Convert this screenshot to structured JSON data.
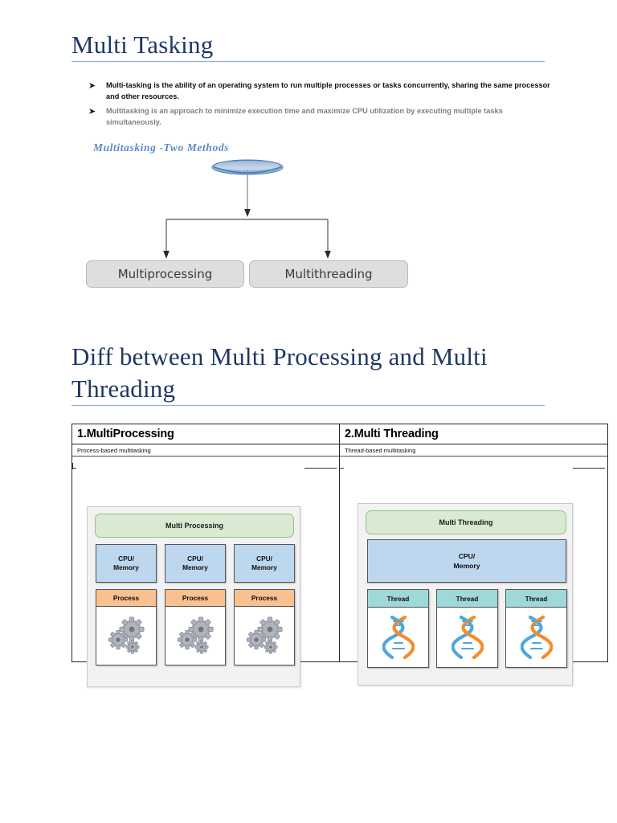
{
  "document": {
    "title_1": "Multi Tasking",
    "title_2": "Diff between Multi Processing and Multi Threading",
    "subheading": "Multitasking -Two Methods",
    "bullets": [
      {
        "marker": "➤",
        "text": "Multi-tasking is the ability of an operating system to run multiple processes or tasks concurrently, sharing the same processor and other resources.",
        "emphasis": "strong"
      },
      {
        "marker": "➤",
        "text": "Multitasking is an approach to minimize execution time and maximize CPU utilization by executing multiple tasks simultaneously.",
        "emphasis": "dim"
      }
    ]
  },
  "tree_diagram": {
    "root_shape": "blue-ellipse",
    "branches": [
      {
        "label": "Multiprocessing"
      },
      {
        "label": "Multithreading"
      }
    ]
  },
  "comparison_table": {
    "columns": [
      {
        "header": "1.MultiProcessing",
        "subtitle": "Process-based multitasking",
        "diagram": {
          "banner": "Multi Processing",
          "units": [
            {
              "cpu": "CPU/\nMemory",
              "cpu_line_1": "CPU/",
              "cpu_line_2": "Memory",
              "label": "Process",
              "icon": "gears-icon"
            },
            {
              "cpu": "CPU/\nMemory",
              "cpu_line_1": "CPU/",
              "cpu_line_2": "Memory",
              "label": "Process",
              "icon": "gears-icon"
            },
            {
              "cpu": "CPU/\nMemory",
              "cpu_line_1": "CPU/",
              "cpu_line_2": "Memory",
              "label": "Process",
              "icon": "gears-icon"
            }
          ]
        }
      },
      {
        "header": "2.Multi Threading",
        "subtitle": "Thread-based multitasking",
        "diagram": {
          "banner": "Multi Threading",
          "shared_cpu_line_1": "CPU/",
          "shared_cpu_line_2": "Memory",
          "units": [
            {
              "label": "Thread",
              "icon": "dna-helix-icon"
            },
            {
              "label": "Thread",
              "icon": "dna-helix-icon"
            },
            {
              "label": "Thread",
              "icon": "dna-helix-icon"
            }
          ]
        }
      }
    ]
  },
  "colors": {
    "heading_blue": "#1f3864",
    "rule_blue": "#8faadc",
    "subheading_blue": "#5b8bc4",
    "banner_green_fill": "#d9ead3",
    "banner_green_border": "#93c47d",
    "cpu_blue": "#bdd7ee",
    "process_orange": "#fac090",
    "thread_teal": "#9fd8d8",
    "tree_box_gray": "#dedede",
    "gear_gray": "#b0b4bd",
    "dna_blue": "#4fa8d8",
    "dna_orange": "#f58c28"
  }
}
